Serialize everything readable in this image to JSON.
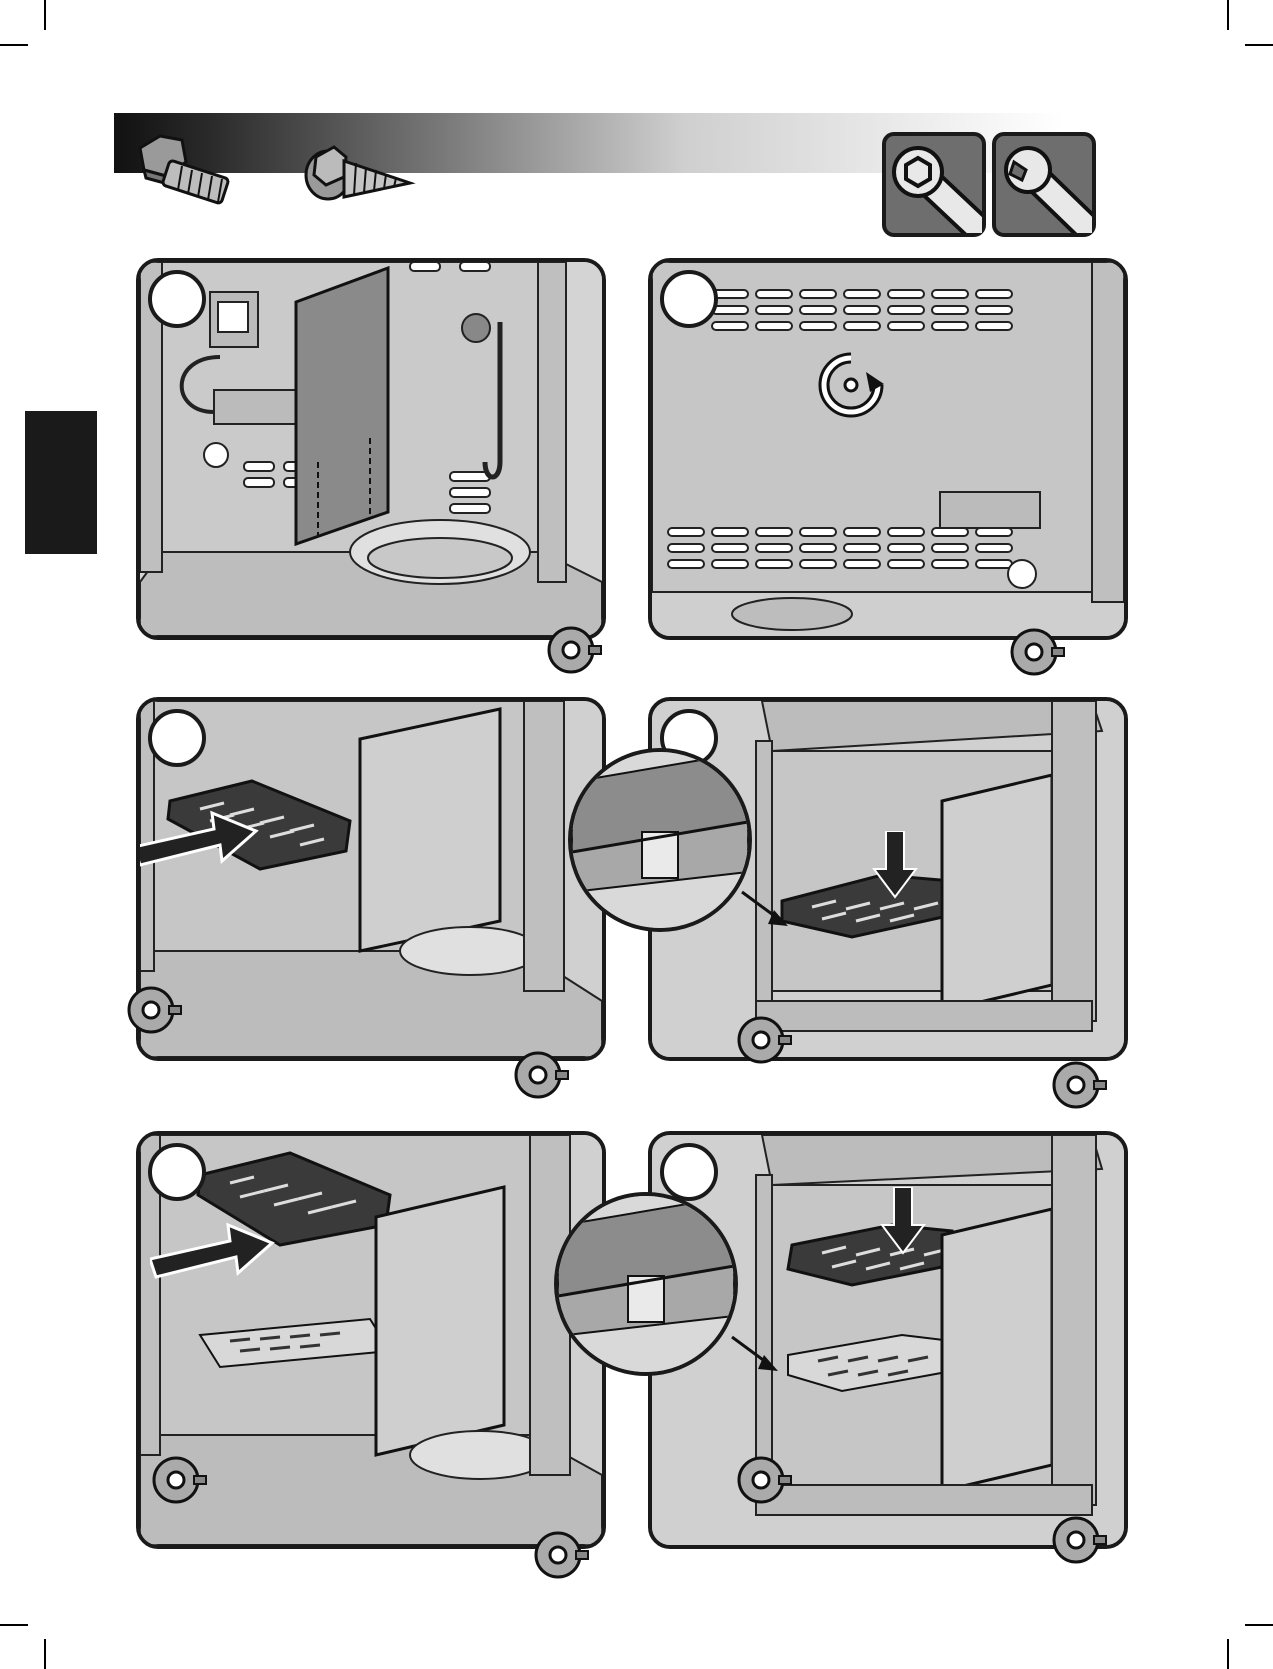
{
  "page": {
    "steps": [
      {
        "id": "a",
        "view": "interior-divider-panel"
      },
      {
        "id": "b",
        "view": "back-panel-screw"
      },
      {
        "id": "c",
        "view": "lower-shelf-insert"
      },
      {
        "id": "d",
        "view": "lower-shelf-seated"
      },
      {
        "id": "e",
        "view": "upper-shelf-insert"
      },
      {
        "id": "f",
        "view": "upper-shelf-seated"
      }
    ],
    "colors": {
      "outline": "#1a1a1a",
      "panel_fill": "#cfcfcf",
      "header_dark": "#111111",
      "tool_box": "#6e6e6e",
      "shelf": "#3a3a3a"
    },
    "icons": [
      "hex-bolt-icon",
      "self-tapping-screw-icon",
      "hex-key-icon",
      "wrench-icon",
      "rotate-clockwise-icon",
      "arrow-right-icon",
      "arrow-down-icon"
    ]
  }
}
